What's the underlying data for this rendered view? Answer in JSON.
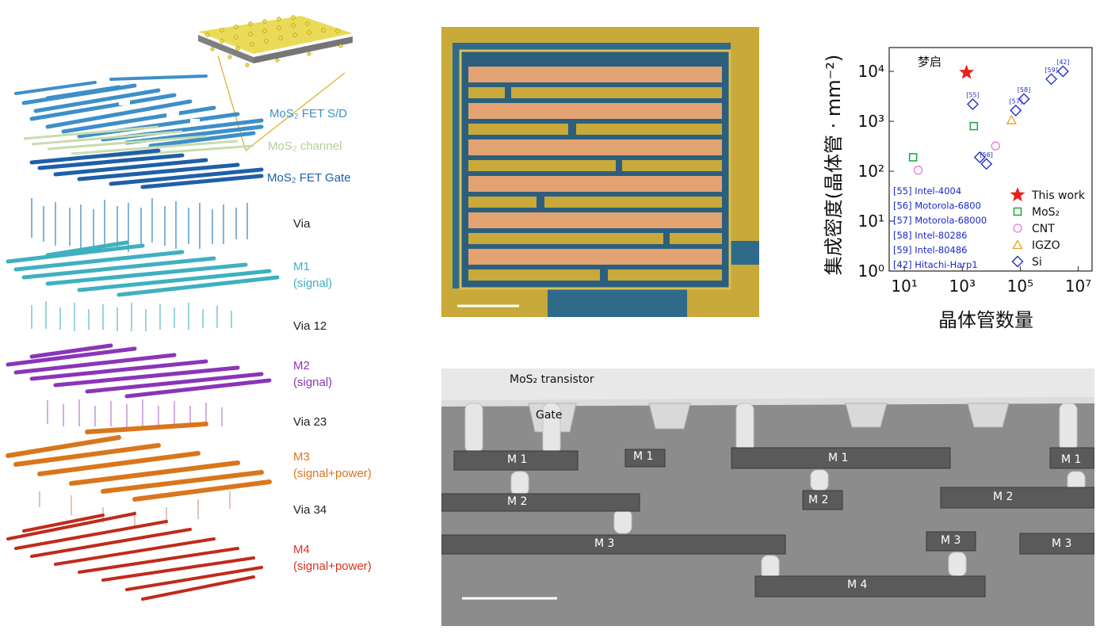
{
  "stack": {
    "layers": [
      {
        "key": "fet_sd",
        "label": "MoS₂ FET S/D",
        "color": "#3d8fc9"
      },
      {
        "key": "channel",
        "label": "MoS₂ channel",
        "color": "#b4cf9a"
      },
      {
        "key": "gate",
        "label": "MoS₂ FET Gate",
        "color": "#1f5fa8"
      },
      {
        "key": "via",
        "label": "Via",
        "color": "#222222"
      },
      {
        "key": "m1",
        "label": "M1",
        "sub": "(signal)",
        "color": "#3fb0c0"
      },
      {
        "key": "via12",
        "label": "Via 12",
        "color": "#222222"
      },
      {
        "key": "m2",
        "label": "M2",
        "sub": "(signal)",
        "color": "#8a35b8"
      },
      {
        "key": "via23",
        "label": "Via 23",
        "color": "#222222"
      },
      {
        "key": "m3",
        "label": "M3",
        "sub": "(signal+power)",
        "color": "#d9761c"
      },
      {
        "key": "via34",
        "label": "Via 34",
        "color": "#222222"
      },
      {
        "key": "m4",
        "label": "M4",
        "sub": "(signal+power)",
        "color": "#d8331f"
      }
    ]
  },
  "sem": {
    "transistor_label": "MoS₂ transistor",
    "gate_label": "Gate",
    "metal_labels": [
      "M 1",
      "M 1",
      "M 1",
      "M 1",
      "M 2",
      "M 2",
      "M 2",
      "M 3",
      "M 3",
      "M 3",
      "M 4"
    ]
  },
  "chart_data": {
    "type": "scatter",
    "xlabel": "晶体管数量",
    "ylabel": "集成密度(晶体管 · mm⁻²)",
    "xscale": "log",
    "yscale": "log",
    "xlim": [
      3,
      30000000
    ],
    "ylim": [
      1,
      30000
    ],
    "xticks": [
      {
        "v": 10,
        "t": "10¹"
      },
      {
        "v": 1000,
        "t": "10³"
      },
      {
        "v": 100000,
        "t": "10⁵"
      },
      {
        "v": 10000000,
        "t": "10⁷"
      }
    ],
    "yticks": [
      {
        "v": 1,
        "t": "10⁰"
      },
      {
        "v": 10,
        "t": "10¹"
      },
      {
        "v": 100,
        "t": "10²"
      },
      {
        "v": 1000,
        "t": "10³"
      },
      {
        "v": 10000,
        "t": "10⁴"
      }
    ],
    "annotation": "梦启",
    "series": [
      {
        "name": "This work",
        "marker": "star",
        "color": "#e8221c",
        "points": [
          {
            "x": 1400,
            "y": 9500
          }
        ]
      },
      {
        "name": "MoS₂",
        "marker": "square",
        "color": "#1aa53a",
        "points": [
          {
            "x": 20,
            "y": 190
          },
          {
            "x": 2500,
            "y": 800
          }
        ]
      },
      {
        "name": "CNT",
        "marker": "circle",
        "color": "#e87ad6",
        "points": [
          {
            "x": 30,
            "y": 105
          },
          {
            "x": 14000,
            "y": 320
          }
        ]
      },
      {
        "name": "IGZO",
        "marker": "triangle",
        "color": "#e8a21c",
        "points": [
          {
            "x": 50000,
            "y": 1050
          }
        ]
      },
      {
        "name": "Si",
        "marker": "diamond",
        "color": "#2230c8",
        "points": [
          {
            "x": 2300,
            "y": 2200
          },
          {
            "x": 4000,
            "y": 190
          },
          {
            "x": 6800,
            "y": 140
          },
          {
            "x": 70000,
            "y": 1650
          },
          {
            "x": 134000,
            "y": 2800
          },
          {
            "x": 1180000,
            "y": 7000
          },
          {
            "x": 3000000,
            "y": 10000
          }
        ]
      }
    ],
    "point_labels": [
      {
        "x": 2300,
        "y": 2200,
        "text": "[55]"
      },
      {
        "x": 6800,
        "y": 140,
        "text": "[56]"
      },
      {
        "x": 70000,
        "y": 1650,
        "text": "[57]"
      },
      {
        "x": 134000,
        "y": 2800,
        "text": "[58]"
      },
      {
        "x": 1180000,
        "y": 7000,
        "text": "[59]"
      },
      {
        "x": 3000000,
        "y": 10000,
        "text": "[42]"
      }
    ],
    "references": [
      "[55] Intel-4004",
      "[56] Motorola-6800",
      "[57] Motorola-68000",
      "[58] Intel-80286",
      "[59] Intel-80486",
      "[42] Hitachi-Harp1"
    ]
  }
}
